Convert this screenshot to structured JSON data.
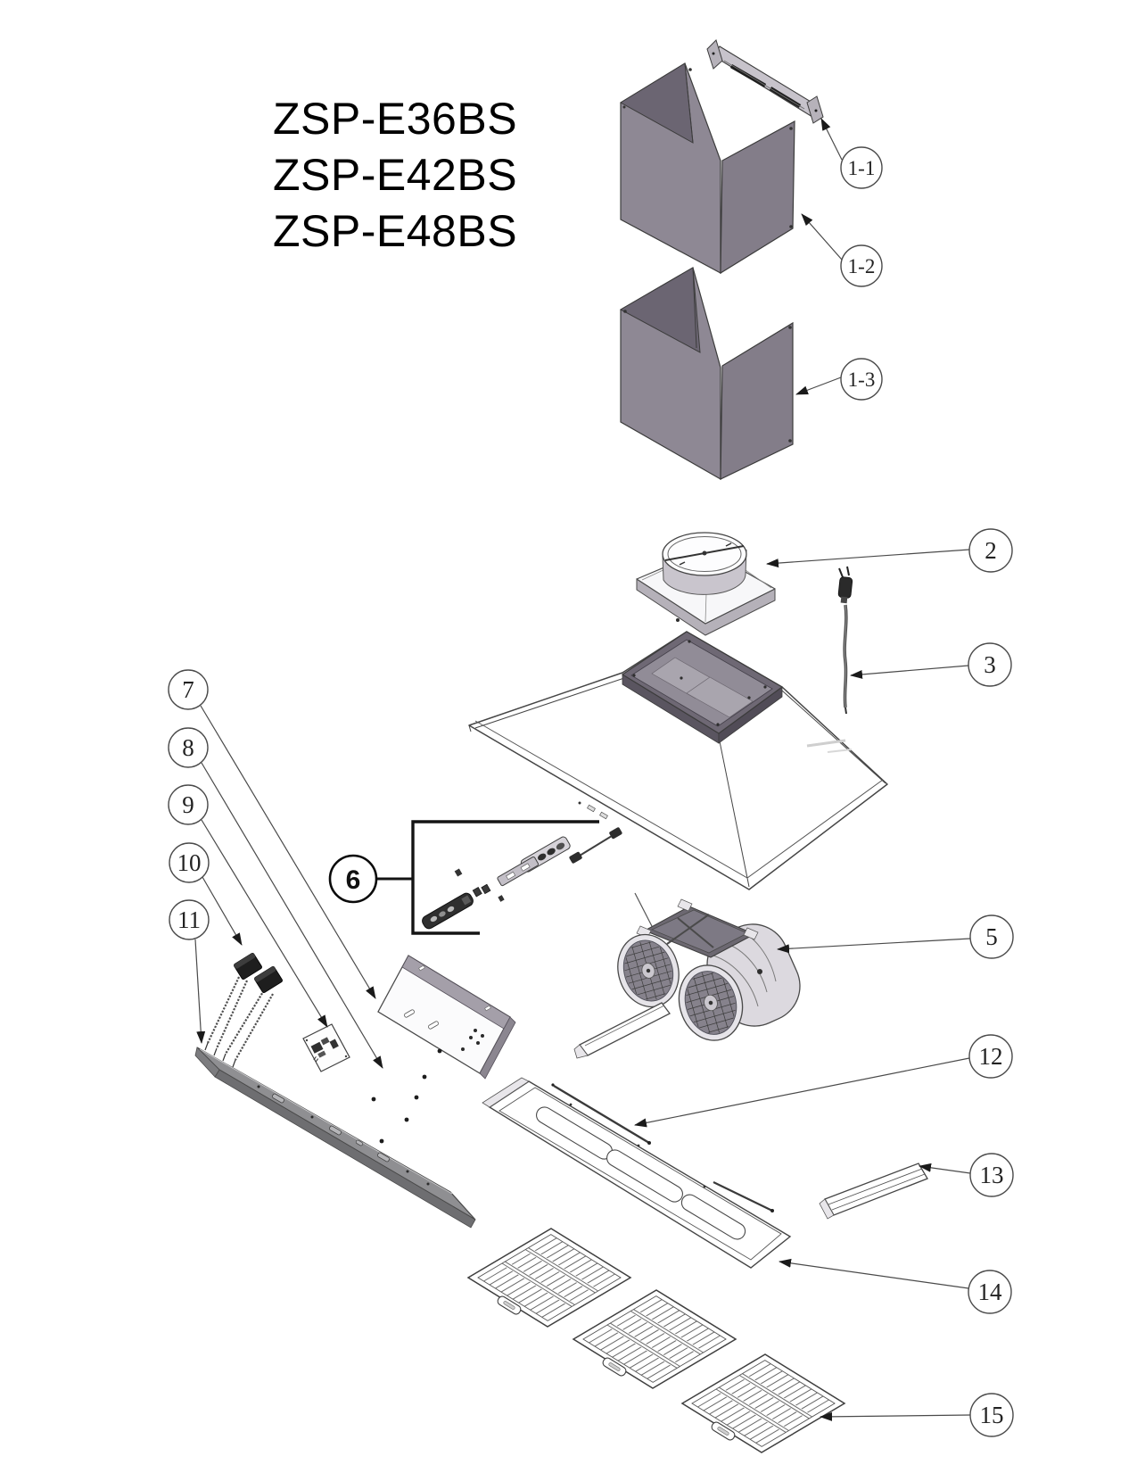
{
  "title": {
    "models": [
      "ZSP-E36BS",
      "ZSP-E42BS",
      "ZSP-E48BS"
    ]
  },
  "callouts": [
    {
      "label": "1-1"
    },
    {
      "label": "1-2"
    },
    {
      "label": "1-3"
    },
    {
      "label": "2"
    },
    {
      "label": "3"
    },
    {
      "label": "5"
    },
    {
      "label": "6"
    },
    {
      "label": "7"
    },
    {
      "label": "8"
    },
    {
      "label": "9"
    },
    {
      "label": "10"
    },
    {
      "label": "11"
    },
    {
      "label": "12"
    },
    {
      "label": "13"
    },
    {
      "label": "14"
    },
    {
      "label": "15"
    }
  ],
  "colors": {
    "chimney_face": "#8e8894",
    "chimney_inner": "#6b6572",
    "chimney_right": "#837d89",
    "trim_panel": "#8f8f92",
    "drawing_line": "#454545",
    "callout_text": "#222222",
    "background": "#ffffff"
  }
}
